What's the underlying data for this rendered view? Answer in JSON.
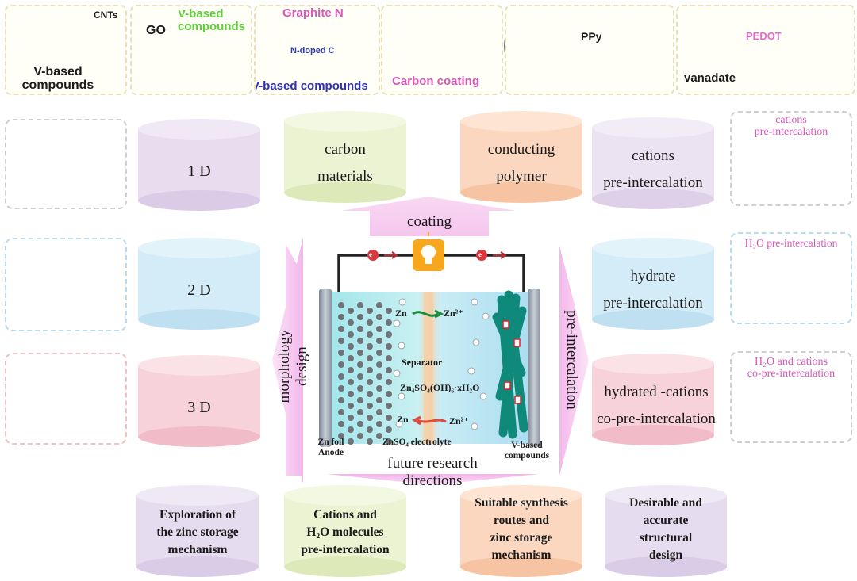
{
  "top_strip": {
    "box1": {
      "cnts": "CNTs",
      "main": "V-based compounds"
    },
    "box2": {
      "go": "GO",
      "main": "V-based compounds"
    },
    "box3": {
      "graphite": "Graphite N",
      "ndoped": "N-doped C",
      "main": "V-based compounds"
    },
    "box4": {
      "main": "Carbon coating"
    },
    "box5": {
      "ppy": "PPy"
    },
    "box6": {
      "pedot": "PEDOT",
      "vanadate": "vanadate"
    }
  },
  "cylinders": {
    "d1": "1 D",
    "d2": "2 D",
    "d3": "3 D",
    "carbon": [
      "carbon",
      "materials"
    ],
    "polymer": [
      "conducting",
      "polymer"
    ],
    "cations": [
      "cations",
      "pre-intercalation"
    ],
    "hydrate": [
      "hydrate",
      "pre-intercalation"
    ],
    "hydrated_cations": [
      "hydrated -cations",
      "co-pre-intercalation"
    ]
  },
  "arrows": {
    "coating": "coating",
    "morphology": [
      "morphology",
      "design"
    ],
    "pre_intercalation": "pre-intercalation",
    "future": [
      "future research",
      "directions"
    ]
  },
  "battery": {
    "zn_left": "Zn",
    "zn2_top": "Zn²⁺",
    "separator": "Separator",
    "formula": "Zn₄SO₄(OH)₆·xH₂O",
    "zn_bottom": "Zn",
    "zn2_bottom": "Zn²⁺",
    "anode": [
      "Zn foil",
      "Anode"
    ],
    "electrolyte": "ZnSO₄ electrolyte",
    "cathode": [
      "V-based",
      "compounds"
    ],
    "electron": "e"
  },
  "right_boxes": {
    "cations": [
      "cations",
      "pre-intercalation"
    ],
    "h2o": "H₂O pre-intercalation",
    "h2o_cations": [
      "H₂O and cations",
      "co-pre-intercalation"
    ]
  },
  "bottom": {
    "b1": [
      "Exploration of",
      "the zinc storage",
      "mechanism"
    ],
    "b2": [
      "Cations and",
      "H₂O molecules",
      "pre-intercalation"
    ],
    "b3": [
      "Suitable synthesis",
      "routes and",
      "zinc storage",
      "mechanism"
    ],
    "b4": [
      "Desirable and",
      "accurate",
      "structural",
      "design"
    ]
  },
  "colors": {
    "purple_cyl": "#e9dcef",
    "green_cyl": "#ecf3d2",
    "orange_cyl": "#fbd7bf",
    "lilac_cyl": "#ebe2f2",
    "blue_cyl": "#d4ecf7",
    "pink_cyl": "#f7d2da",
    "arrow_pink": "#f6c3f0",
    "label_pink": "#d957b8",
    "label_green": "#5fcd3c"
  }
}
